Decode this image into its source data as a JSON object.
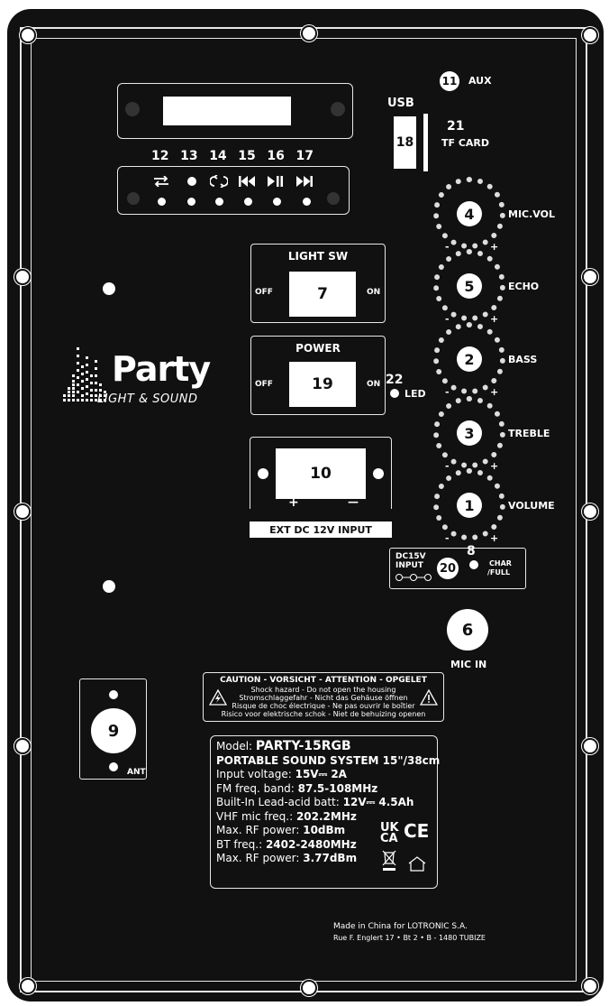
{
  "display_module": {
    "button_numbers": [
      "12",
      "13",
      "14",
      "15",
      "16",
      "17"
    ],
    "button_icons": [
      "shuffle-icon",
      "record-dot-icon",
      "repeat-icon",
      "previous-icon",
      "play-pause-icon",
      "next-icon"
    ]
  },
  "top_right": {
    "aux_num": "11",
    "aux_label": "AUX",
    "usb_label": "USB",
    "usb_num": "18",
    "tf_num": "21",
    "tf_label": "TF CARD"
  },
  "switches": {
    "light_title": "LIGHT SW",
    "light_num": "7",
    "light_off": "OFF",
    "light_on": "ON",
    "power_title": "POWER",
    "power_num": "19",
    "power_off": "OFF",
    "power_on": "ON",
    "led_num": "22",
    "led_label": "LED"
  },
  "ext_dc": {
    "num": "10",
    "plus": "+",
    "minus": "—",
    "label": "EXT DC 12V INPUT"
  },
  "logo": {
    "brand": "Party",
    "sub": "LIGHT & SOUND"
  },
  "knobs": [
    {
      "num": "4",
      "label": "MIC.VOL"
    },
    {
      "num": "5",
      "label": "ECHO"
    },
    {
      "num": "2",
      "label": "BASS"
    },
    {
      "num": "3",
      "label": "TREBLE"
    },
    {
      "num": "1",
      "label": "VOLUME"
    }
  ],
  "knob_signs": {
    "minus": "-",
    "plus": "+"
  },
  "dc15": {
    "line1": "DC15V",
    "line2": "INPUT",
    "num": "20",
    "led_num": "8",
    "char1": "CHAR",
    "char2": "/FULL"
  },
  "mic": {
    "num": "6",
    "label": "MIC  IN"
  },
  "ant": {
    "num": "9",
    "label": "ANT"
  },
  "caution": {
    "title": "CAUTION - VORSICHT - ATTENTION - OPGELET",
    "lines": [
      "Shock hazard - Do not open the housing",
      "Stromschlaggefahr - Nicht das Gehäuse öffnen",
      "Risque de choc électrique - Ne pas ouvrir le boîtier",
      "Risico voor elektrische schok - Niet de behuizing openen"
    ]
  },
  "spec": {
    "model_label": "Model: ",
    "model_value": "PARTY-15RGB",
    "system": "PORTABLE SOUND SYSTEM 15\"/38cm",
    "input_label": "Input voltage: ",
    "input_value": "15V⎓ 2A",
    "fm_label": "FM freq. band: ",
    "fm_value": "87.5-108MHz",
    "batt_label": "Built-In Lead-acid batt: ",
    "batt_value": "12V⎓ 4.5Ah",
    "vhf_label": "VHF mic freq.: ",
    "vhf_value": "202.2MHz",
    "rf1_label": "Max. RF power: ",
    "rf1_value": "10dBm",
    "bt_label": "BT freq.: ",
    "bt_value": "2402-2480MHz",
    "rf2_label": "Max. RF power: ",
    "rf2_value": "3.77dBm",
    "ukca": "UK CA",
    "ce": "CE"
  },
  "maker": {
    "line1": "Made in China for LOTRONIC S.A.",
    "line2": "Rue F. Englert 17 • Bt 2 • B - 1480 TUBIZE"
  }
}
